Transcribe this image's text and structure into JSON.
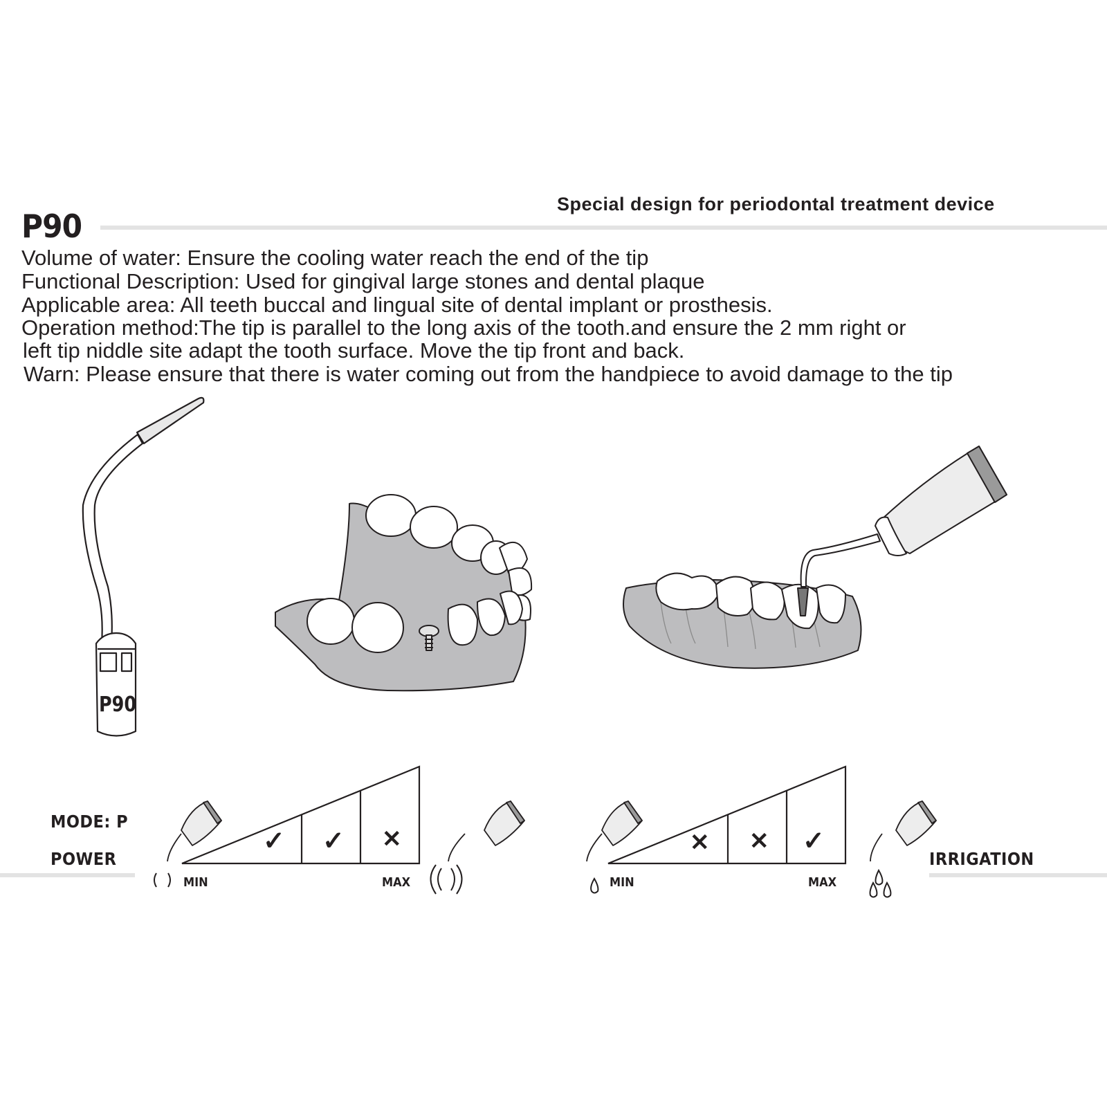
{
  "header": {
    "subtitle": "Special design for periodontal treatment device",
    "model": "P90"
  },
  "description": [
    "Volume of water: Ensure the cooling water reach the end of the tip",
    "Functional Description: Used for gingival large stones and dental plaque",
    "Applicable area: All teeth buccal and lingual site of dental implant or prosthesis.",
    "Operation method:The tip is parallel to the long axis of the tooth.and ensure the 2 mm right or",
    "left tip niddle site adapt the tooth surface. Move the tip front and back.",
    "Warn: Please ensure that there is water coming out from the handpiece to avoid damage to the tip"
  ],
  "tip_marking": "P90",
  "settings": {
    "mode_label": "MODE: P",
    "power": {
      "label": "POWER",
      "min_label": "MIN",
      "max_label": "MAX",
      "levels": [
        "check",
        "check",
        "cross"
      ]
    },
    "irrigation": {
      "label": "IRRIGATION",
      "min_label": "MIN",
      "max_label": "MAX",
      "levels": [
        "cross",
        "cross",
        "check"
      ]
    }
  }
}
